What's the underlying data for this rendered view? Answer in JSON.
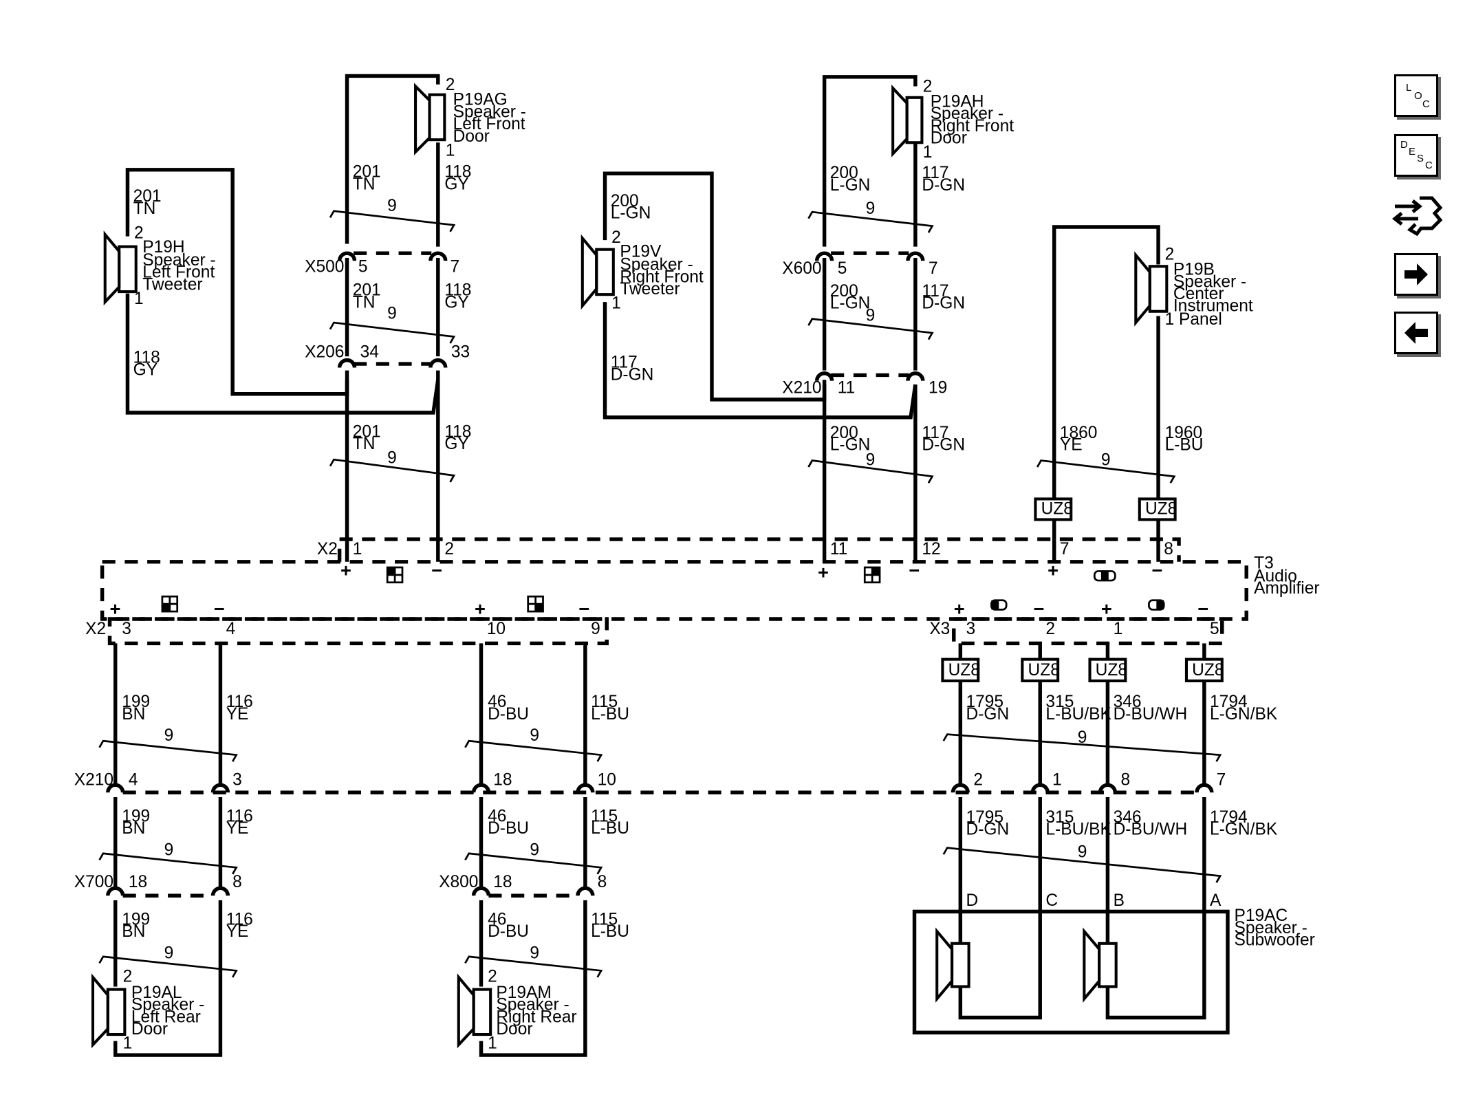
{
  "toolbar": {
    "loc": [
      "L",
      "O",
      "C"
    ],
    "desc": [
      "D",
      "E",
      "S",
      "C"
    ]
  },
  "components": {
    "p19ag": [
      "2",
      "P19AG",
      "Speaker -",
      "Left Front",
      "Door",
      "1"
    ],
    "p19ah": [
      "2",
      "P19AH",
      "Speaker -",
      "Right Front",
      "Door",
      "1"
    ],
    "p19h": [
      "2",
      "P19H",
      "Speaker -",
      "Left Front",
      "Tweeter",
      "1"
    ],
    "p19v": [
      "2",
      "P19V",
      "Speaker -",
      "Right Front",
      "Tweeter",
      "1"
    ],
    "p19b": [
      "2",
      "P19B",
      "Speaker -",
      "Center",
      "Instrument",
      "1 Panel"
    ],
    "p19al": [
      "2",
      "P19AL",
      "Speaker -",
      "Left Rear",
      "Door",
      "1"
    ],
    "p19am": [
      "2",
      "P19AM",
      "Speaker -",
      "Right Rear",
      "Door",
      "1"
    ],
    "p19ac": [
      "P19AC",
      "Speaker -",
      "Subwoofer"
    ],
    "t3": [
      "T3",
      "Audio",
      "Amplifier"
    ]
  },
  "wire_labels": {
    "lf_top_l": [
      "201",
      "TN"
    ],
    "lf_top_r": [
      "118",
      "GY"
    ],
    "lf_mid_l": [
      "201",
      "TN"
    ],
    "lf_mid_r": [
      "118",
      "GY"
    ],
    "lf_bot_l": [
      "201",
      "TN"
    ],
    "lf_bot_r": [
      "118",
      "GY"
    ],
    "lt_top": [
      "201",
      "TN"
    ],
    "lt_bot": [
      "118",
      "GY"
    ],
    "rf_top_l": [
      "200",
      "L-GN"
    ],
    "rf_top_r": [
      "117",
      "D-GN"
    ],
    "rf_mid_l": [
      "200",
      "L-GN"
    ],
    "rf_mid_r": [
      "117",
      "D-GN"
    ],
    "rf_bot_l": [
      "200",
      "L-GN"
    ],
    "rf_bot_r": [
      "117",
      "D-GN"
    ],
    "rt_top": [
      "200",
      "L-GN"
    ],
    "rt_bot": [
      "117",
      "D-GN"
    ],
    "c_l": [
      "1860",
      "YE"
    ],
    "c_r": [
      "1960",
      "L-BU"
    ],
    "lr_1_l": [
      "199",
      "BN"
    ],
    "lr_1_r": [
      "116",
      "YE"
    ],
    "lr_2_l": [
      "199",
      "BN"
    ],
    "lr_2_r": [
      "116",
      "YE"
    ],
    "lr_3_l": [
      "199",
      "BN"
    ],
    "lr_3_r": [
      "116",
      "YE"
    ],
    "rr_1_l": [
      "46",
      "D-BU"
    ],
    "rr_1_r": [
      "115",
      "L-BU"
    ],
    "rr_2_l": [
      "46",
      "D-BU"
    ],
    "rr_2_r": [
      "115",
      "L-BU"
    ],
    "rr_3_l": [
      "46",
      "D-BU"
    ],
    "rr_3_r": [
      "115",
      "L-BU"
    ],
    "sub1_a": [
      "1795",
      "D-GN"
    ],
    "sub1_b": [
      "315",
      "L-BU/BK"
    ],
    "sub1_c": [
      "346",
      "D-BU/WH"
    ],
    "sub1_d": [
      "1794",
      "L-GN/BK"
    ],
    "sub2_a": [
      "1795",
      "D-GN"
    ],
    "sub2_b": [
      "315",
      "L-BU/BK"
    ],
    "sub2_c": [
      "346",
      "D-BU/WH"
    ],
    "sub2_d": [
      "1794",
      "L-GN/BK"
    ]
  },
  "connectors": {
    "x500": "X500",
    "x500_p1": "5",
    "x500_p2": "7",
    "x206": "X206",
    "x206_p1": "34",
    "x206_p2": "33",
    "x600": "X600",
    "x600_p1": "5",
    "x600_p2": "7",
    "x210_top": "X210",
    "x210_top_p1": "11",
    "x210_top_p2": "19",
    "x2_top": "X2",
    "x2_top_pins": [
      "1",
      "2",
      "11",
      "12",
      "7",
      "8"
    ],
    "x2_bot": "X2",
    "x2_bot_pins": [
      "3",
      "4",
      "10",
      "9"
    ],
    "x3": "X3",
    "x3_pins": [
      "3",
      "2",
      "1",
      "5"
    ],
    "x210_bot": "X210",
    "x210_bot_pins": [
      "4",
      "3",
      "18",
      "10",
      "2",
      "1",
      "8",
      "7"
    ],
    "x700": "X700",
    "x700_pins": [
      "18",
      "8"
    ],
    "x800": "X800",
    "x800_pins": [
      "18",
      "8"
    ],
    "sub_pins": [
      "D",
      "C",
      "B",
      "A"
    ]
  },
  "twist": "9",
  "uz8": "UZ8",
  "polarity": {
    "plus": "+",
    "minus": "−"
  }
}
